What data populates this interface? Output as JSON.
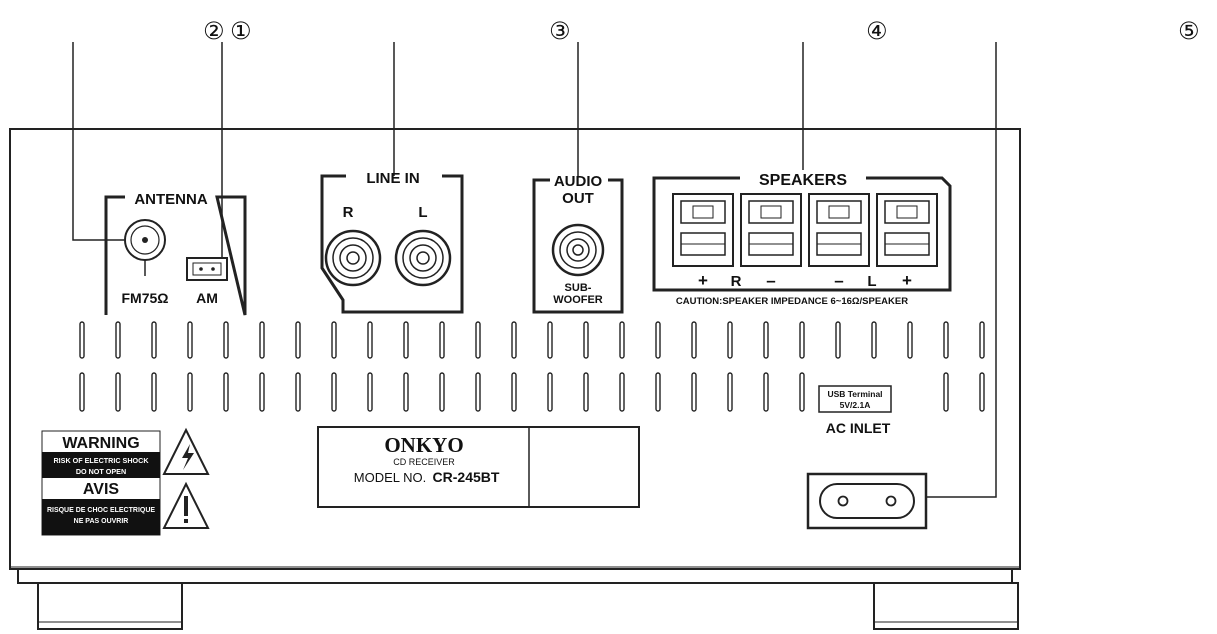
{
  "callouts": [
    "②",
    "①",
    "③",
    "④",
    "⑤"
  ],
  "antenna": {
    "title": "ANTENNA",
    "fm_label": "FM75Ω",
    "am_label": "AM"
  },
  "line_in": {
    "title": "LINE IN",
    "right": "R",
    "left": "L"
  },
  "audio_out": {
    "title_line1": "AUDIO",
    "title_line2": "OUT",
    "sub_line1": "SUB-",
    "sub_line2": "WOOFER"
  },
  "speakers": {
    "title": "SPEAKERS",
    "polarity": [
      "+",
      "R",
      "–",
      "–",
      "L",
      "+"
    ],
    "caution": "CAUTION:SPEAKER IMPEDANCE 6~16Ω/SPEAKER"
  },
  "usb": {
    "line1": "USB Terminal",
    "line2": "5V/2.1A"
  },
  "ac_inlet": {
    "label": "AC INLET"
  },
  "warning": {
    "title": "WARNING",
    "text1": "RISK OF ELECTRIC SHOCK",
    "text2": "DO NOT OPEN",
    "avis": "AVIS",
    "text3": "RISQUE DE CHOC ELECTRIQUE",
    "text4": "NE PAS OUVRIR"
  },
  "nameplate": {
    "brand": "ONKYO",
    "product": "CD RECEIVER",
    "model_prefix": "MODEL NO.",
    "model": "CR-245BT"
  }
}
